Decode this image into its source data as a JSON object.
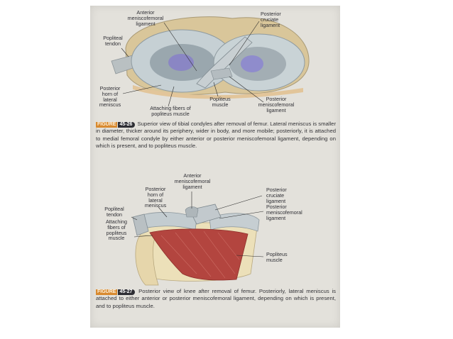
{
  "fig1": {
    "labels": {
      "anterior_meniscofemoral": "Anterior\nmeniscofemoral\nligament",
      "posterior_cruciate": "Posterior\ncruciate\nligament",
      "popliteal_tendon": "Popliteal\ntendon",
      "posterior_horn": "Posterior\nhorn of\nlateral\nmeniscus",
      "attaching_fibers": "Attaching fibers of\npopliteus muscle",
      "popliteus_muscle": "Popliteus\nmuscle",
      "posterior_meniscofemoral": "Posterior\nmeniscofemoral\nligament"
    },
    "caption": {
      "word": "FIGURE",
      "number": "45-26",
      "text": "Superior view of tibial condyles after removal of femur. Lateral meniscus is smaller in diameter, thicker around its periphery, wider in body, and more mobile; posteriorly, it is attached to medial femoral condyle by either anterior or posterior meniscofemoral ligament, depending on which is present, and to popliteus muscle."
    }
  },
  "fig2": {
    "labels": {
      "anterior_meniscofemoral": "Anterior\nmeniscofemoral\nligament",
      "posterior_horn": "Posterior\nhorn of\nlateral\nmeniscus",
      "posterior_cruciate": "Posterior\ncruciate\nligament",
      "popliteal_tendon": "Popliteal\ntendon",
      "posterior_meniscofemoral": "Posterior\nmeniscofemoral\nligament",
      "attaching_fibers": "Attaching\nfibers of\npopliteus\nmuscle",
      "popliteus_muscle": "Popliteus\nmuscle"
    },
    "caption": {
      "word": "FIGURE",
      "number": "45-27",
      "text": "Posterior view of knee after removal of femur. Posteriorly, lateral meniscus is attached to either anterior or posterior meniscofemoral ligament, depending on which is present, and to popliteus muscle."
    }
  }
}
